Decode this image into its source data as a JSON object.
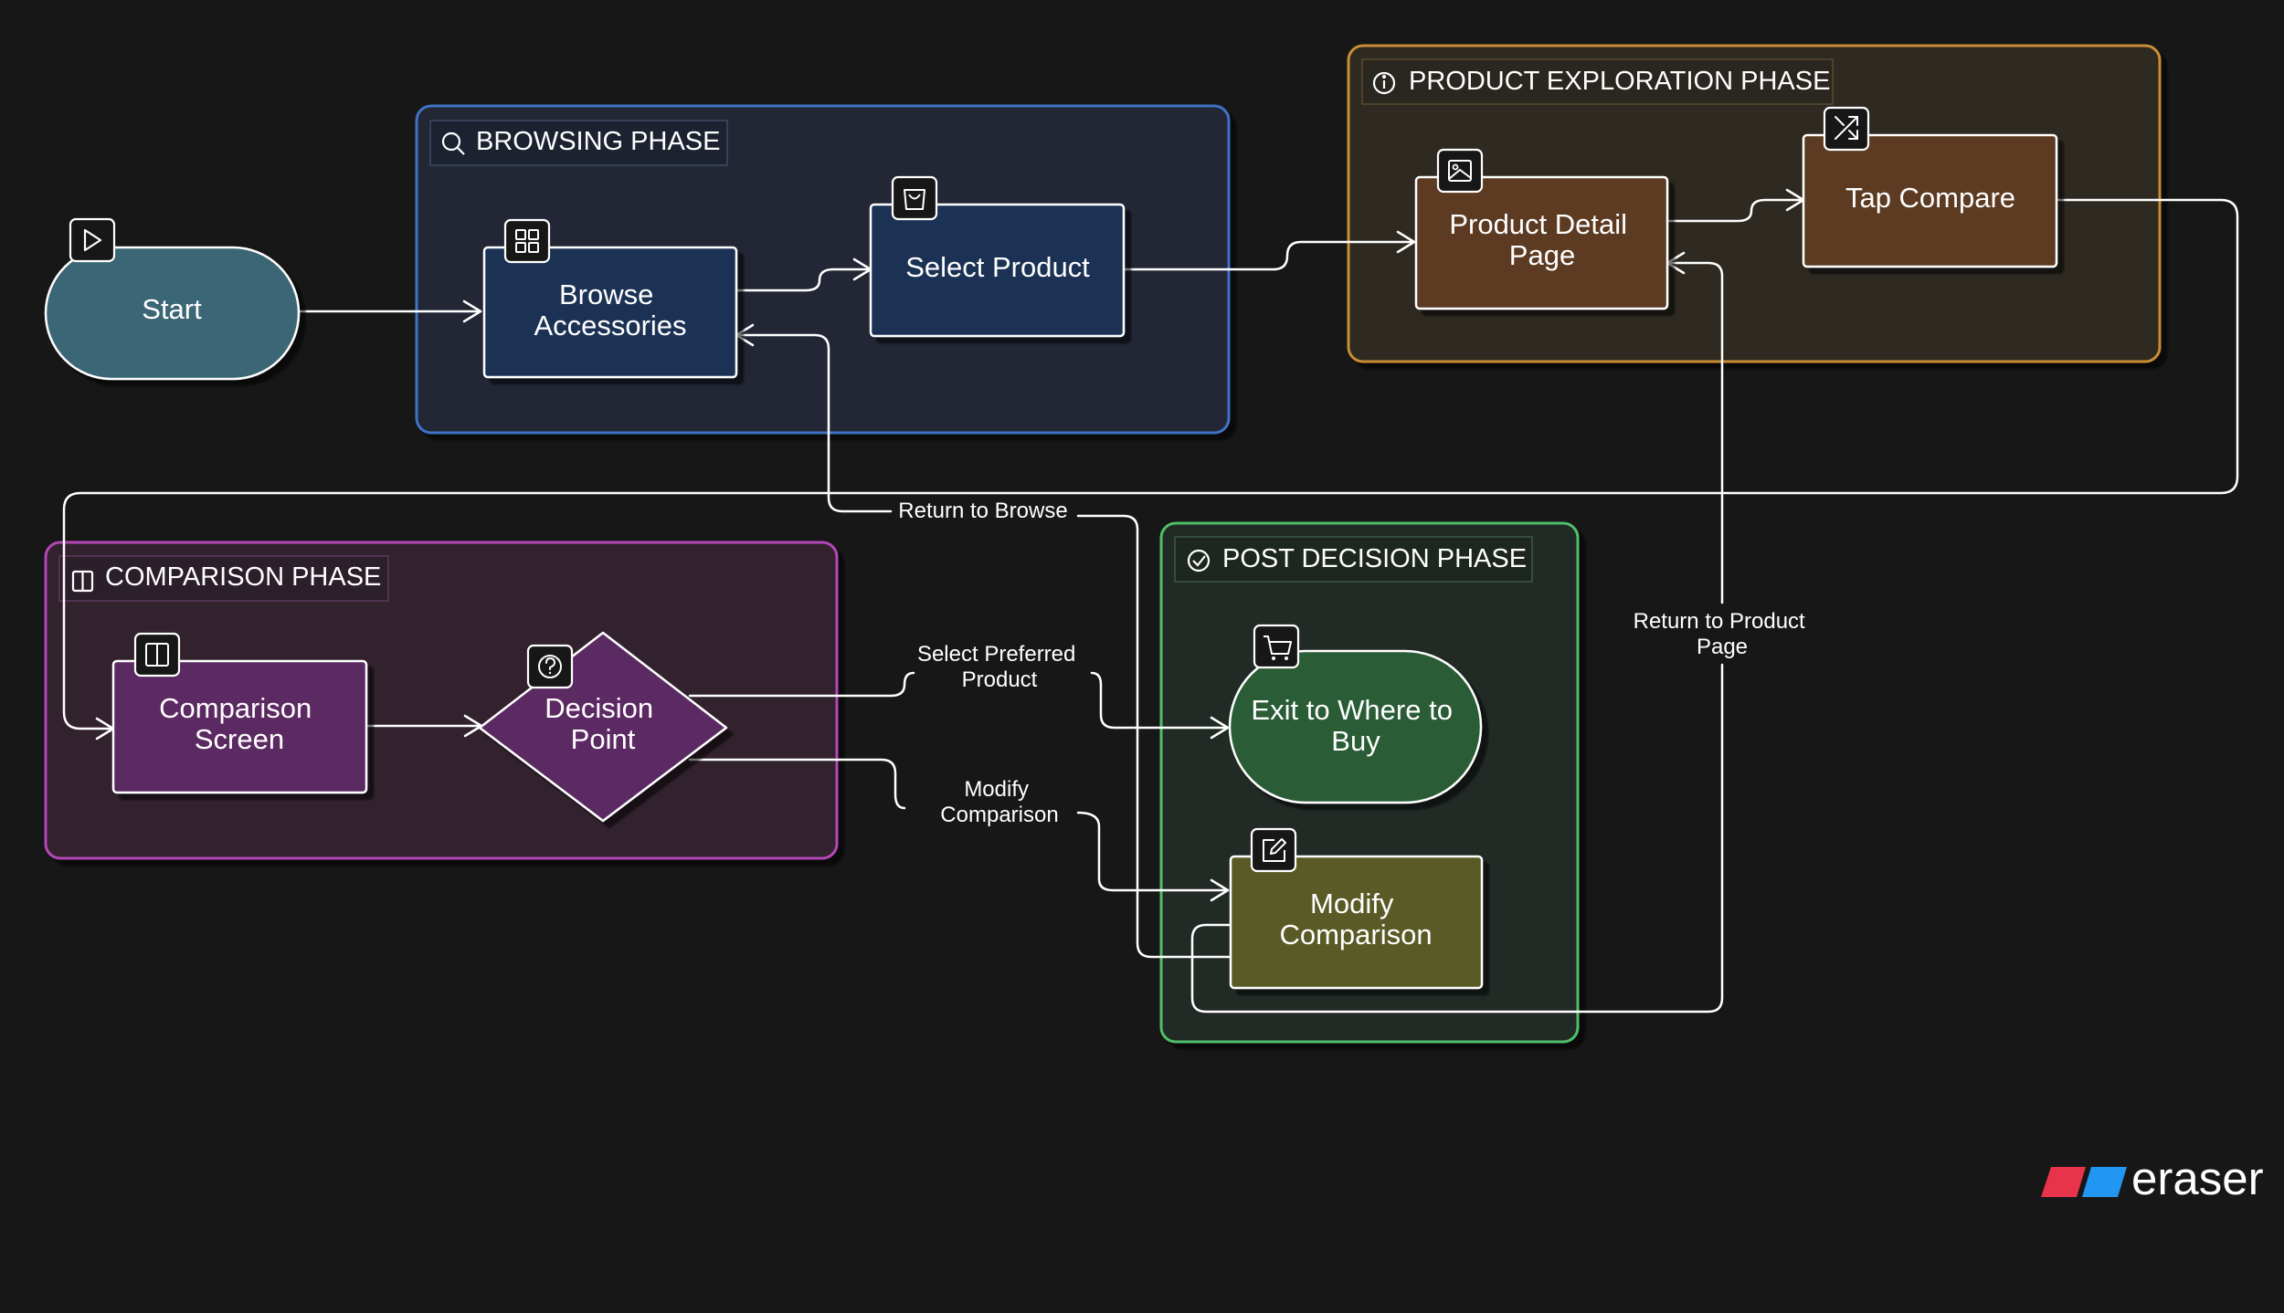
{
  "colors": {
    "background": "#171717",
    "edge": "#ffffff",
    "phase_browsing": "#3f72c4",
    "phase_exploration": "#c98e34",
    "phase_comparison": "#b447b8",
    "phase_post_decision": "#4fbf6a",
    "node_start": "#3b6675",
    "node_browsing": "#1f3355",
    "node_exploration": "#5c3b24",
    "node_comparison": "#5b2a62",
    "node_exit": "#2a5c36",
    "node_modify": "#5a5a28"
  },
  "phases": {
    "browsing": {
      "label": "BROWSING PHASE",
      "icon": "search-icon"
    },
    "exploration": {
      "label": "PRODUCT EXPLORATION PHASE",
      "icon": "info-icon"
    },
    "comparison": {
      "label": "COMPARISON PHASE",
      "icon": "columns-icon"
    },
    "post_decision": {
      "label": "POST DECISION PHASE",
      "icon": "check-circle-icon"
    }
  },
  "nodes": {
    "start": {
      "label": "Start",
      "icon": "play-icon"
    },
    "browse": {
      "lines": [
        "Browse",
        "Accessories"
      ],
      "icon": "grid-icon"
    },
    "select_product": {
      "label": "Select Product",
      "icon": "shopping-bag-icon"
    },
    "product_detail": {
      "lines": [
        "Product Detail",
        "Page"
      ],
      "icon": "image-icon"
    },
    "tap_compare": {
      "label": "Tap Compare",
      "icon": "shuffle-icon"
    },
    "comparison_screen": {
      "lines": [
        "Comparison",
        "Screen"
      ],
      "icon": "columns-icon"
    },
    "decision": {
      "lines": [
        "Decision",
        "Point"
      ],
      "icon": "help-circle-icon"
    },
    "exit": {
      "lines": [
        "Exit to Where to",
        "Buy"
      ],
      "icon": "cart-icon"
    },
    "modify": {
      "lines": [
        "Modify",
        "Comparison"
      ],
      "icon": "edit-icon"
    }
  },
  "edges": {
    "return_browse": "Return to Browse",
    "select_preferred": [
      "Select Preferred",
      "Product"
    ],
    "modify_comparison": [
      "Modify",
      "Comparison"
    ],
    "return_product": [
      "Return to Product",
      "Page"
    ]
  },
  "brand": {
    "name": "eraser",
    "colors": [
      "#e8344a",
      "#2196f3"
    ]
  }
}
